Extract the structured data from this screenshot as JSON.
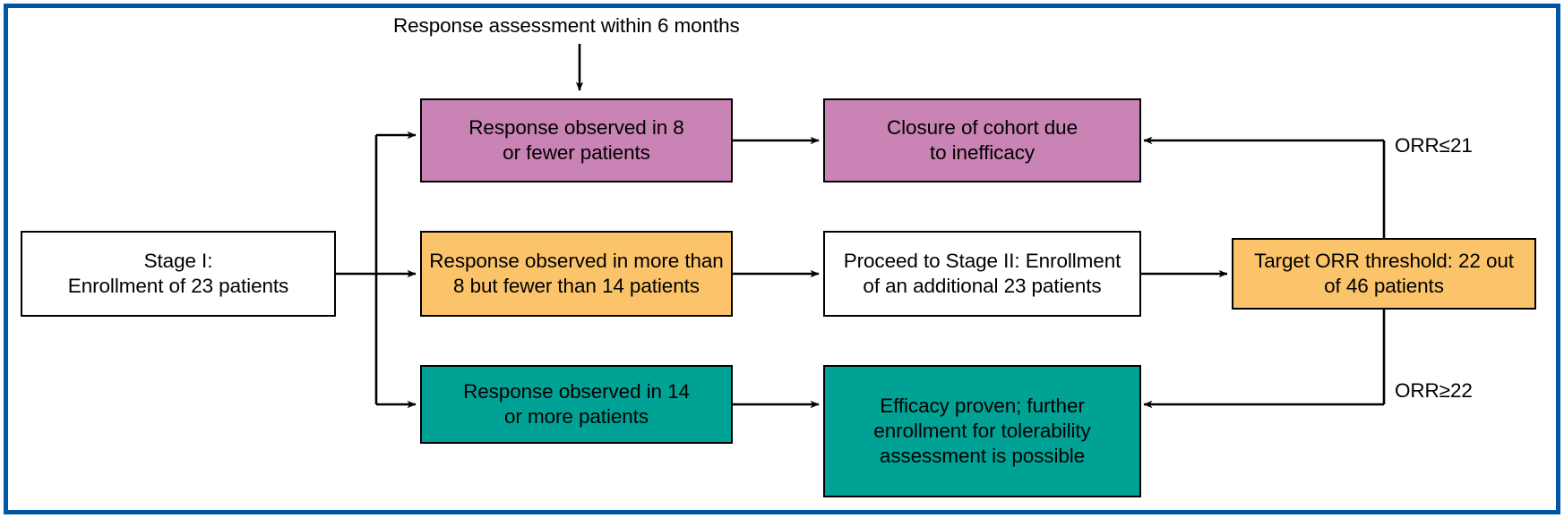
{
  "figure": {
    "frame_color": "#0055a5",
    "background": "#ffffff"
  },
  "colors": {
    "purple": "#c983b4",
    "orange": "#fbc46b",
    "teal": "#00a295",
    "white": "#ffffff",
    "stroke": "#000000"
  },
  "caption": {
    "top_note": "Response assessment within 6 months"
  },
  "nodes": {
    "stage1": {
      "label": "Stage I:\nEnrollment of 23 patients",
      "fill": "#ffffff"
    },
    "response_low": {
      "label": "Response observed in 8\nor fewer patients",
      "fill": "#c983b4"
    },
    "response_mid": {
      "label": "Response observed in more than\n8 but fewer than 14 patients",
      "fill": "#fbc46b"
    },
    "response_high": {
      "label": "Response observed in 14\nor more patients",
      "fill": "#00a295"
    },
    "closure": {
      "label": "Closure of cohort due\nto inefficacy",
      "fill": "#c983b4"
    },
    "stage2": {
      "label": "Proceed to Stage II: Enrollment\nof an additional 23 patients",
      "fill": "#ffffff"
    },
    "efficacy": {
      "label": "Efficacy proven; further\nenrollment for tolerability\nassessment is possible",
      "fill": "#00a295"
    },
    "target_orr": {
      "label": "Target ORR threshold: 22 out\nof 46 patients",
      "fill": "#fbc46b"
    }
  },
  "edge_labels": {
    "orr_low": "ORR≤21",
    "orr_high": "ORR≥22"
  }
}
